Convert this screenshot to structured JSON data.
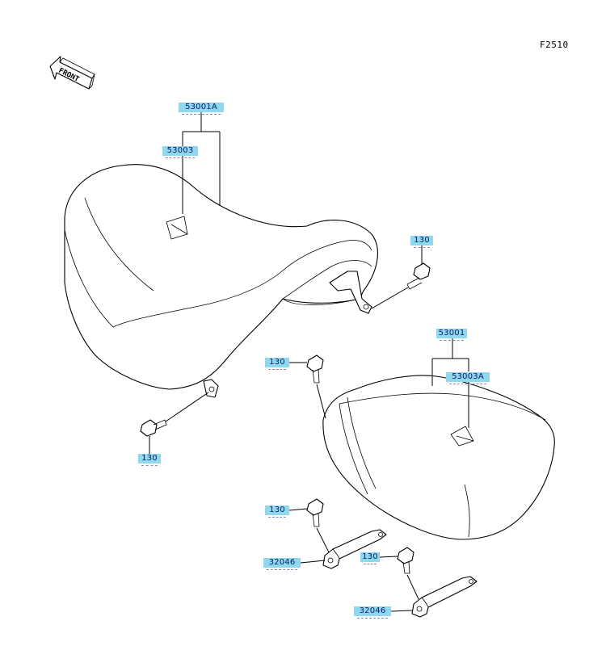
{
  "figure_code": "F2510",
  "front_label": "FRONT",
  "parts": [
    {
      "id": "t1",
      "number": "53001A"
    },
    {
      "id": "t2",
      "number": "53003"
    },
    {
      "id": "t3",
      "number": "130"
    },
    {
      "id": "t4",
      "number": "53001"
    },
    {
      "id": "t5",
      "number": "53003A"
    },
    {
      "id": "t6",
      "number": "130"
    },
    {
      "id": "t7",
      "number": "130"
    },
    {
      "id": "t8",
      "number": "130"
    },
    {
      "id": "t9",
      "number": "32046"
    },
    {
      "id": "t10",
      "number": "130"
    },
    {
      "id": "t11",
      "number": "32046"
    }
  ]
}
